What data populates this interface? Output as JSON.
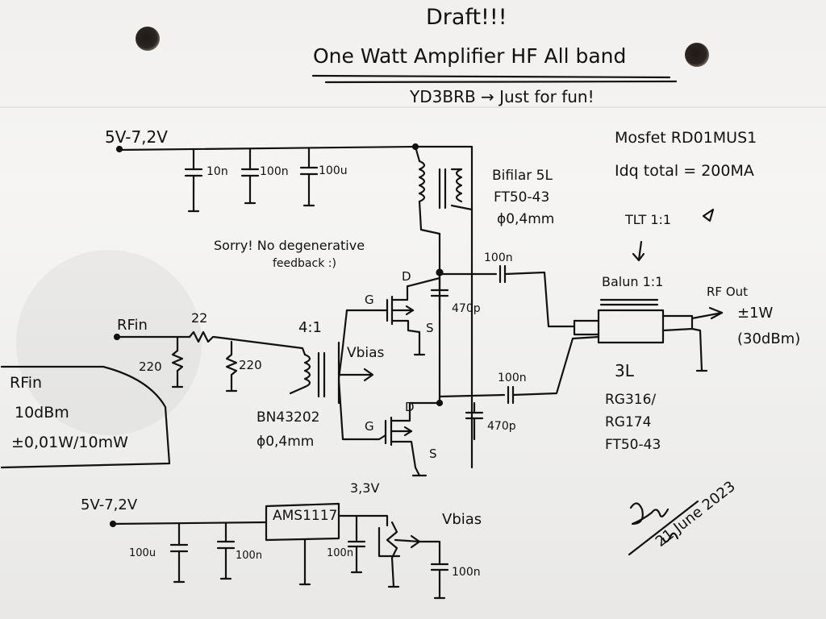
{
  "sheet": {
    "draft": "Draft!!!",
    "title": "One Watt Amplifier HF All band",
    "author_line": "YD3BRB → Just for fun!",
    "date": "21 June 2023"
  },
  "notes": {
    "mosfet": "Mosfet RD01MUS1",
    "idq": "Idq total = 200MA",
    "tlt": "TLT 1:1",
    "sorry": "Sorry! No degenerative",
    "feedback": "feedback :)",
    "rfin_box": [
      "RFin",
      "10dBm",
      "±0,01W/10mW"
    ]
  },
  "labels": {
    "supply_top": "5V-7,2V",
    "supply_bottom": "5V-7,2V",
    "c_10n": "10n",
    "c_100n_top": "100n",
    "c_100u_top": "100u",
    "bifilar": [
      "Bifilar 5L",
      "FT50-43",
      "ϕ0,4mm"
    ],
    "cap_drain_top": "100n",
    "cap_drain_bot": "100n",
    "cap_470p_top": "470p",
    "cap_470p_bot": "470p",
    "drain_top": "D",
    "drain_bot": "D",
    "source_top": "S",
    "source_bot": "S",
    "gate_top": "G",
    "gate_bot": "G",
    "balun": "Balun 1:1",
    "rf_out": "RF Out",
    "power_out": "±1W",
    "dbm_out": "(30dBm)",
    "balun_turns": "3L",
    "coax": [
      "RG316/",
      "RG174",
      "FT50-43"
    ],
    "rf_in": "RFin",
    "r_22": "22",
    "r_220_a": "220",
    "r_220_b": "220",
    "xfmr_ratio": "4:1",
    "vbias_gate": "Vbias",
    "core": "BN43202",
    "wire": "ϕ0,4mm",
    "c_100u_reg": "100u",
    "c_100n_reg": "100n",
    "regulator": "AMS1117",
    "v33": "3,3V",
    "c_100n_reg_out": "100n",
    "vbias_out": "Vbias",
    "c_100n_vbias": "100n"
  },
  "colors": {
    "ink": "#111111",
    "paper": "#f3f2f0"
  }
}
